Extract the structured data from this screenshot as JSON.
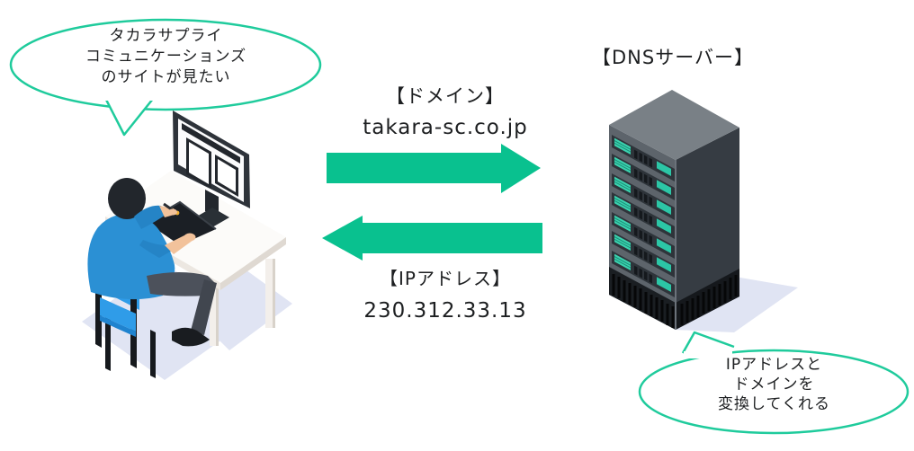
{
  "colors": {
    "arrow_green": "#09c18f",
    "bubble_border": "#1fcb9c",
    "text": "#1d1f21",
    "shadow": "#e0e4f3",
    "server_teal": "#35d0ae",
    "chair_blue": "#2f9ce8",
    "shirt_blue": "#2b90d4"
  },
  "user_bubble": {
    "lines": [
      "タカラサプライ",
      "コミュニケーションズ",
      "のサイトが見たい"
    ]
  },
  "request": {
    "label": "【ドメイン】",
    "value": "takara-sc.co.jp"
  },
  "response": {
    "label": "【IPアドレス】",
    "value": "230.312.33.13"
  },
  "server": {
    "title": "【DNSサーバー】"
  },
  "server_bubble": {
    "lines": [
      "IPアドレスと",
      "ドメインを",
      "変換してくれる"
    ]
  }
}
